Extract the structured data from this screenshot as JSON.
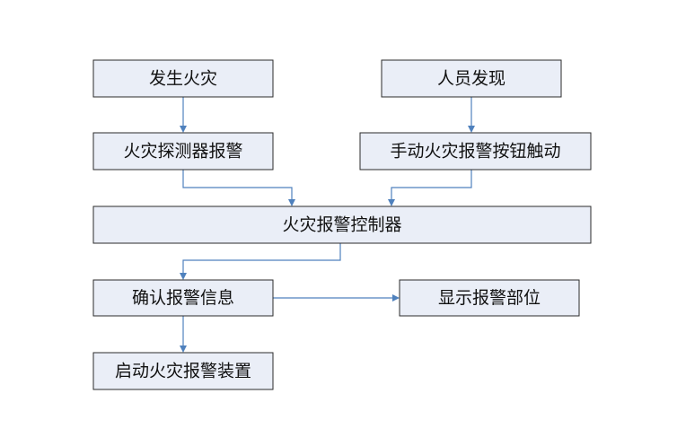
{
  "diagram": {
    "colors": {
      "box_fill": "#eaeef7",
      "box_border": "#2b2b2b",
      "arrow": "#4f81bd",
      "text": "#111111",
      "background": "#ffffff"
    },
    "nodes": {
      "fire_occurs": "发生火灾",
      "person_discovers": "人员发现",
      "detector_alarm": "火灾探测器报警",
      "manual_button": "手动火灾报警按钮触动",
      "alarm_controller": "火灾报警控制器",
      "confirm_alarm": "确认报警信息",
      "show_location": "显示报警部位",
      "start_alarm_device": "启动火灾报警装置"
    }
  }
}
